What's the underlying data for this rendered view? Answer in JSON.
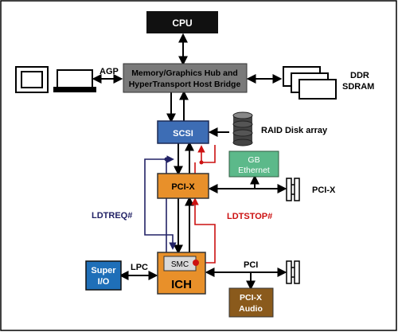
{
  "blocks": {
    "cpu": "CPU",
    "hub_line1": "Memory/Graphics Hub and",
    "hub_line2": "HyperTransport Host Bridge",
    "scsi": "SCSI",
    "pcix": "PCI-X",
    "ich": "ICH",
    "smc": "SMC",
    "super_io_line1": "Super",
    "super_io_line2": "I/O",
    "gb_eth_line1": "GB",
    "gb_eth_line2": "Ethernet",
    "pcix_audio_line1": "PCI-X",
    "pcix_audio_line2": "Audio"
  },
  "labels": {
    "agp": "AGP",
    "ddr_line1": "DDR",
    "ddr_line2": "SDRAM",
    "raid": "RAID Disk array",
    "pcix_slot": "PCI-X",
    "ldtreq": "LDTREQ#",
    "ldtstop": "LDTSTOP#",
    "lpc": "LPC",
    "pci": "PCI"
  },
  "colors": {
    "cpu": "#111111",
    "hub": "#7a7a7a",
    "scsi": "#3d6db5",
    "pcix": "#e8902a",
    "ich": "#e8902a",
    "smc": "#d9d9d9",
    "super_io": "#1f6fb8",
    "gb_eth": "#5cb98a",
    "pcix_audio": "#8a5a1c",
    "ldtreq": "#222266",
    "ldtstop": "#cc1111",
    "raid": "#444444"
  }
}
